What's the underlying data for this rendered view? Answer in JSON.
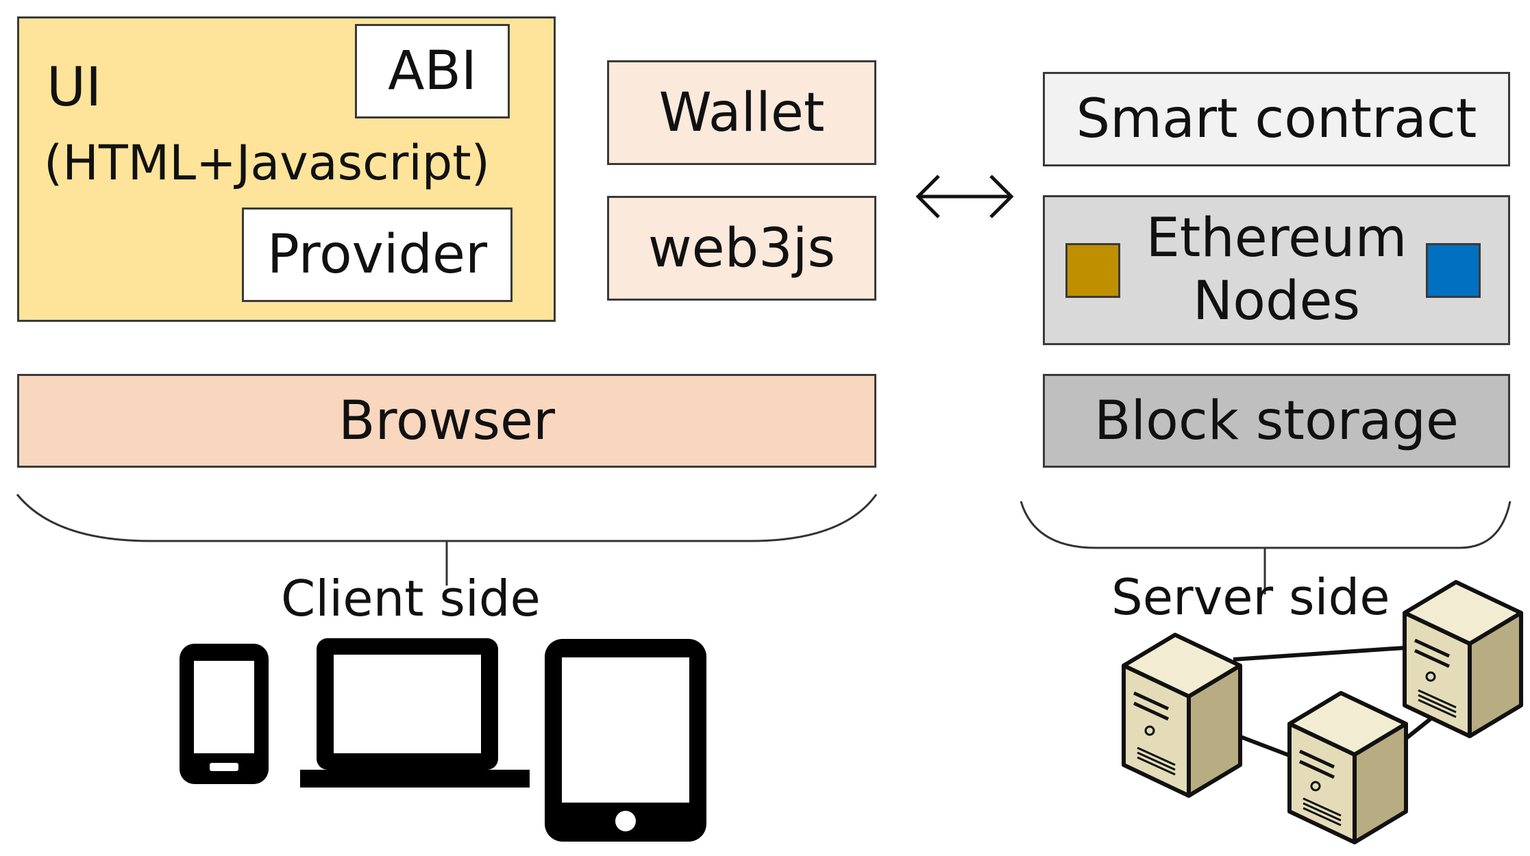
{
  "client": {
    "ui_title": "UI",
    "ui_subtitle": "(HTML+Javascript)",
    "abi_label": "ABI",
    "provider_label": "Provider",
    "wallet_label": "Wallet",
    "web3_label": "web3js",
    "browser_label": "Browser",
    "side_label": "Client side",
    "devices": [
      "smartphone-icon",
      "laptop-icon",
      "tablet-icon"
    ]
  },
  "server": {
    "smart_contract_label": "Smart contract",
    "nodes_line1": "Ethereum",
    "nodes_line2": "Nodes",
    "block_storage_label": "Block storage",
    "side_label": "Server side",
    "devices": [
      "server-icon",
      "server-icon",
      "server-icon"
    ]
  },
  "link_icon": "bidirectional-arrow-icon",
  "colors": {
    "ui_fill": "#fde49a",
    "wallet_fill": "#fbe9dc",
    "browser_fill": "#f9d7be",
    "smart_contract_fill": "#f2f2f2",
    "nodes_fill": "#d9d9d9",
    "block_storage_fill": "#bfbfbf",
    "node_gold": "#bf8f00",
    "node_blue": "#0070c0"
  }
}
